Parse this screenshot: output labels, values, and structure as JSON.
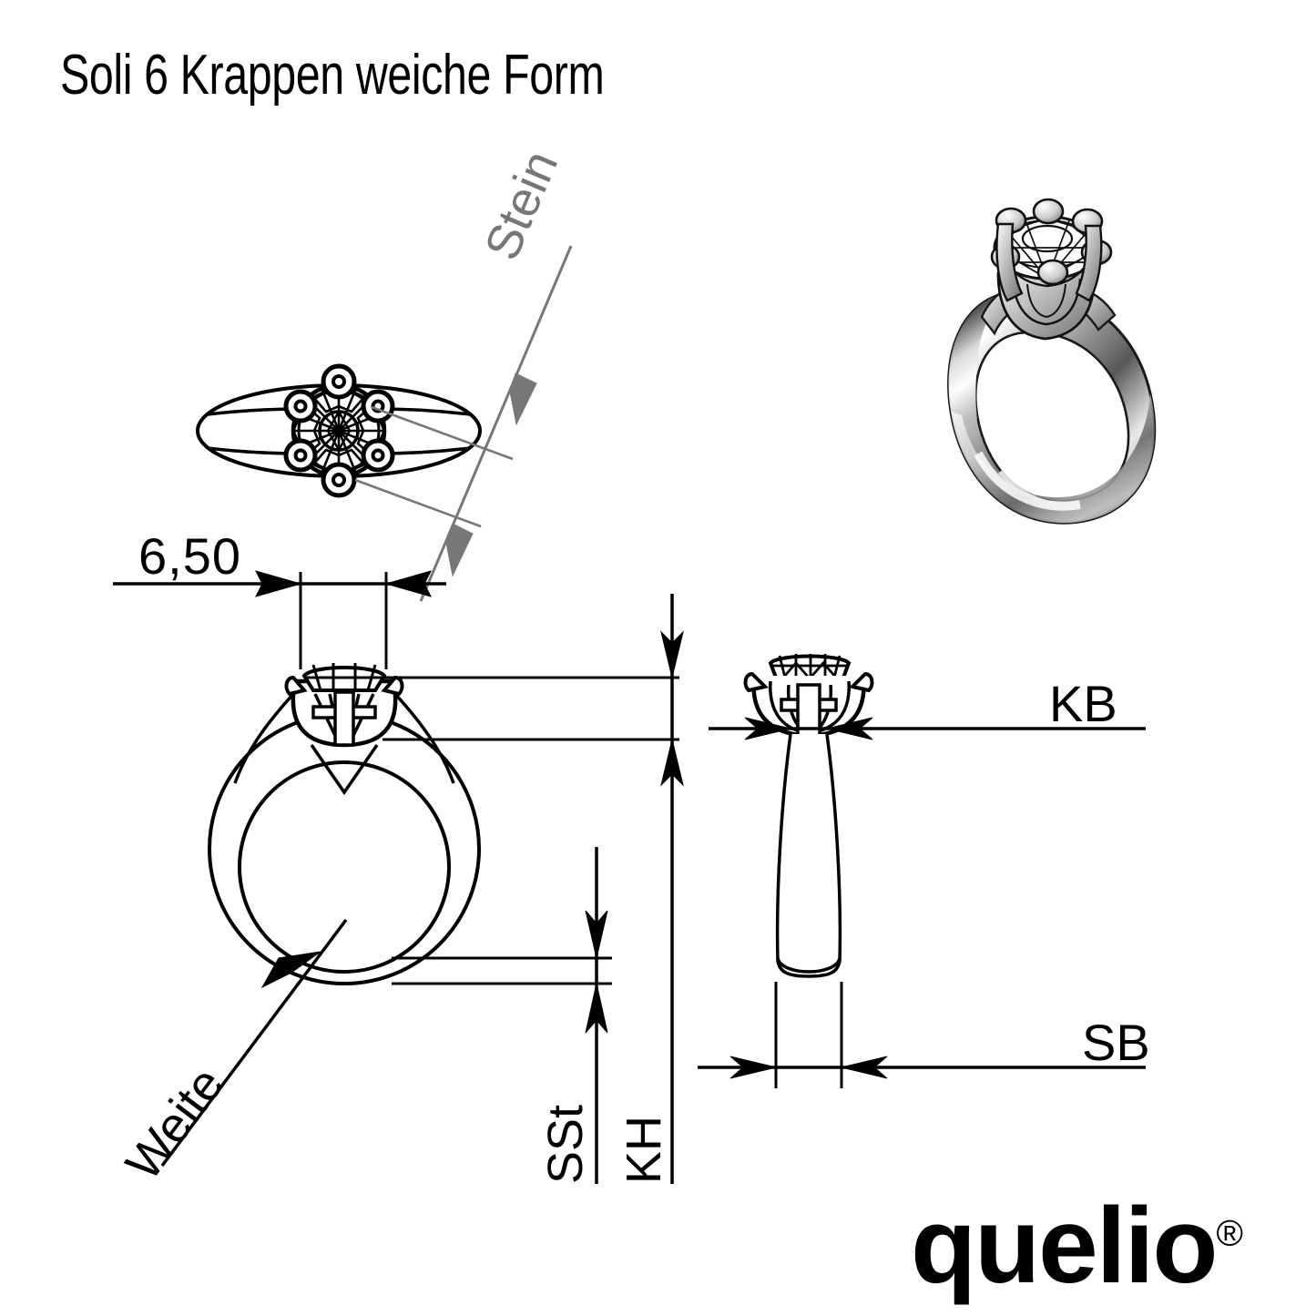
{
  "document": {
    "title": "Soli 6 Krappen weiche Form",
    "type": "technical-drawing",
    "subject": "solitaire ring, 6 prongs, soft form"
  },
  "labels": {
    "stone_diameter": "6,50",
    "stone_leader": "Stein",
    "ring_width_leader": "Weite",
    "crown_width": "KB",
    "shank_width": "SB",
    "stone_setting_height": "SSt",
    "crown_height": "KH"
  },
  "brand": {
    "name": "quelio",
    "registered": "®"
  },
  "colors": {
    "line": "#000000",
    "annotation_gray": "#777777",
    "render_light": "#f2f2f2",
    "render_mid": "#9a9a9a",
    "render_dark": "#4a4a4a",
    "background": "#ffffff"
  },
  "views": {
    "top_view": "top view of ring band with brilliant cut stone and 6 prongs",
    "perspective_view": "3D shaded render of solitaire ring",
    "side_view": "side elevation, ring circle with stone head",
    "front_view": "front elevation, stone head on tapered shank"
  }
}
